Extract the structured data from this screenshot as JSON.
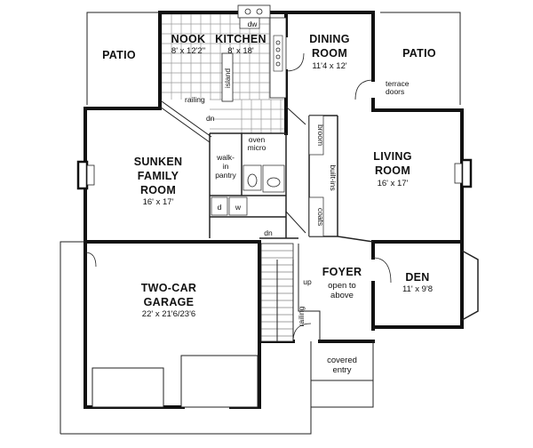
{
  "rooms": {
    "patio_left": {
      "name": "PATIO"
    },
    "nook": {
      "name": "NOOK",
      "size": "8' x 12'2\""
    },
    "kitchen": {
      "name": "KITCHEN",
      "size": "8' x 18'"
    },
    "dining": {
      "name_line1": "DINING",
      "name_line2": "ROOM",
      "size": "11'4 x 12'"
    },
    "patio_right": {
      "name": "PATIO"
    },
    "family": {
      "name_line1": "SUNKEN",
      "name_line2": "FAMILY",
      "name_line3": "ROOM",
      "size": "16' x 17'"
    },
    "living": {
      "name_line1": "LIVING",
      "name_line2": "ROOM",
      "size": "16' x 17'"
    },
    "garage": {
      "name_line1": "TWO-CAR",
      "name_line2": "GARAGE",
      "size": "22' x 21'6/23'6"
    },
    "foyer": {
      "name": "FOYER",
      "note_line1": "open to",
      "note_line2": "above"
    },
    "den": {
      "name": "DEN",
      "size": "11' x 9'8"
    },
    "covered_entry": {
      "line1": "covered",
      "line2": "entry"
    }
  },
  "notes": {
    "dw": "dw",
    "island": "island",
    "railing_top": "railing",
    "dn_top": "dn",
    "terrace_line1": "terrace",
    "terrace_line2": "doors",
    "broom": "broom",
    "oven_line1": "oven",
    "oven_line2": "micro",
    "pantry_line1": "walk-",
    "pantry_line2": "in",
    "pantry_line3": "pantry",
    "builtins": "built-ins",
    "coats": "coats",
    "d": "d",
    "w": "w",
    "dn_mid": "dn",
    "up": "up",
    "railing_foyer": "railing"
  }
}
